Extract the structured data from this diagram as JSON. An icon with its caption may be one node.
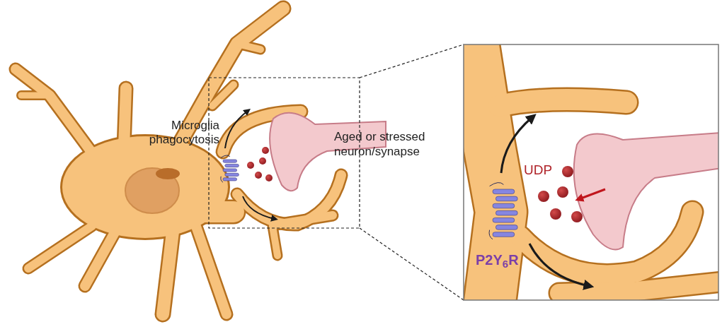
{
  "diagram": {
    "labels": [
      "Microglia phagocytosis",
      "Aged or stressed neuron/synapse",
      "UDP",
      "P2Y$_{6}$R"
    ]
  }
}
